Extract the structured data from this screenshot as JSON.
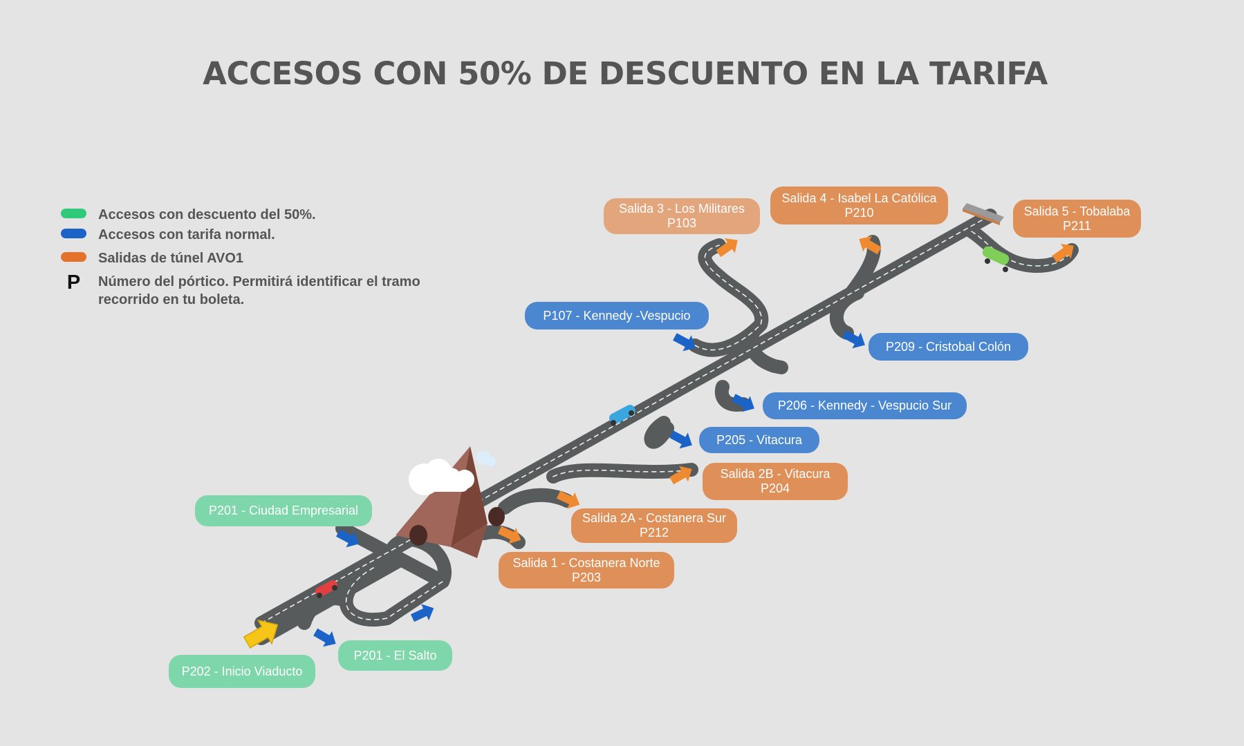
{
  "title": "ACCESOS CON 50% DE DESCUENTO EN LA TARIFA",
  "colors": {
    "green": "#2fc97a",
    "blue": "#1b63c6",
    "orange": "#e5722a",
    "road": "#555a5a",
    "background": "#e4e4e4"
  },
  "legend": {
    "green_label": "Accesos con descuento del 50%.",
    "blue_label": "Accesos con tarifa normal.",
    "orange_label": "Salidas de túnel AVO1",
    "p_symbol": "P",
    "p_label_line1": "Número del pórtico. Permitirá identificar el tramo",
    "p_label_line2": "recorrido en tu boleta."
  },
  "labels": {
    "p202": "P202 - Inicio Viaducto",
    "p201_salto": "P201 - El Salto",
    "p201_ciudad": "P201 - Ciudad Empresarial",
    "salida1_name": "Salida 1 - Costanera Norte",
    "salida1_code": "P203",
    "salida2a_name": "Salida 2A - Costanera Sur",
    "salida2a_code": "P212",
    "salida2b_name": "Salida 2B - Vitacura",
    "salida2b_code": "P204",
    "p205": "P205 - Vitacura",
    "p206": "P206 - Kennedy - Vespucio Sur",
    "p107": "P107 - Kennedy -Vespucio",
    "p209": "P209 - Cristobal Colón",
    "salida3_name": "Salida 3 - Los Militares",
    "salida3_code": "P103",
    "salida4_name": "Salida 4 - Isabel La Católica",
    "salida4_code": "P210",
    "salida5_name": "Salida 5 - Tobalaba",
    "salida5_code": "P211"
  }
}
